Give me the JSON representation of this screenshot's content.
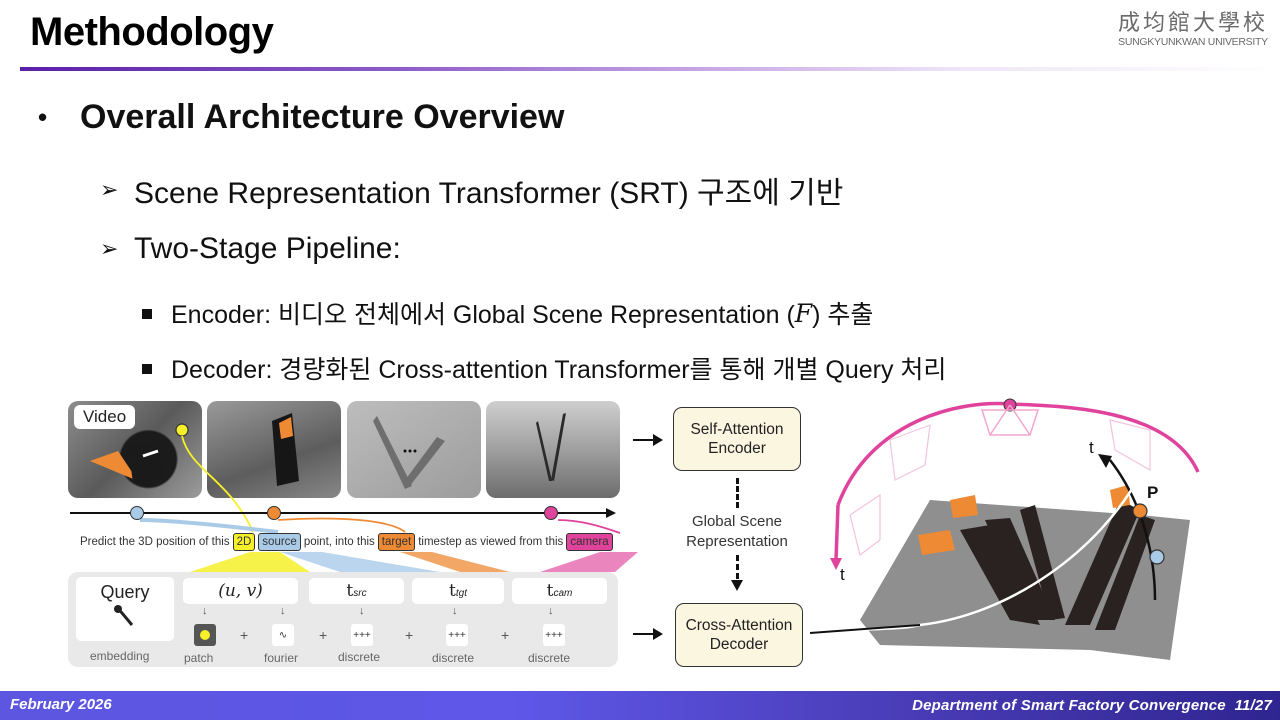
{
  "slide": {
    "title": "Methodology",
    "logo": {
      "hanja": "成均館大學校",
      "english": "SUNGKYUNKWAN UNIVERSITY"
    },
    "bullets": {
      "main": "Overall Architecture Overview",
      "sub1": "Scene Representation Transformer (SRT) 구조에 기반",
      "sub2": "Two-Stage Pipeline:",
      "enc_prefix": "Encoder: 비디오 전체에서 Global Scene Representation (",
      "enc_var": "F",
      "enc_suffix": ") 추출",
      "dec": "Decoder: 경량화된 Cross-attention Transformer를 통해 개별 Query 처리"
    },
    "bullet_glyphs": {
      "main": "•",
      "sub": "➢"
    },
    "footer": {
      "date": "February 2026",
      "department": "Department of Smart Factory Convergence",
      "page": "11/27"
    }
  },
  "figure": {
    "video_label": "Video",
    "sentence": {
      "p1": "Predict the 3D position of this",
      "tag_2d": "2D",
      "tag_source": "source",
      "p2": "point, into this",
      "tag_target": "target",
      "p3": "timestep as viewed from this",
      "tag_camera": "camera"
    },
    "query": {
      "title": "Query",
      "uv": "(u, v)",
      "t_src": "t",
      "t_src_sub": "src",
      "t_tgt": "t",
      "t_tgt_sub": "tgt",
      "t_cam": "t",
      "t_cam_sub": "cam",
      "labels": [
        "embedding",
        "patch",
        "fourier",
        "discrete",
        "discrete",
        "discrete"
      ],
      "plus": "+",
      "down": "↓"
    },
    "encoder_label": "Self-Attention Encoder",
    "decoder_label": "Cross-Attention Decoder",
    "gsr_label": "Global Scene Representation",
    "scene_labels": {
      "t_camera": "t",
      "t_point": "t",
      "point": "P"
    },
    "colors": {
      "yellow": "#f5f02a",
      "blue": "#a9cbe8",
      "orange": "#ef8a34",
      "pink": "#e0439b",
      "box_fill": "#fbf6df",
      "footer": "#5c56e0",
      "title_rule": "#5b1fa8"
    }
  }
}
